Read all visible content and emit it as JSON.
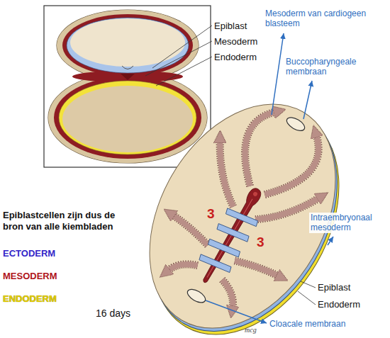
{
  "diagram": {
    "labels": [
      "Epiblast",
      "Mesoderm",
      "Endoderm",
      "Mesoderm van cardiogeen blasteem",
      "Buccopharyngeale membraan",
      "Intraembryonaal mesoderm",
      "Epiblastcellen zijn dus de bron van alle kiembladen",
      "3",
      "3",
      "ECTODERM",
      "MESODERM",
      "Epiblast",
      "ENDODERM",
      "Endoderm",
      "16 days",
      "Cloacale membraan",
      "mcg"
    ]
  }
}
